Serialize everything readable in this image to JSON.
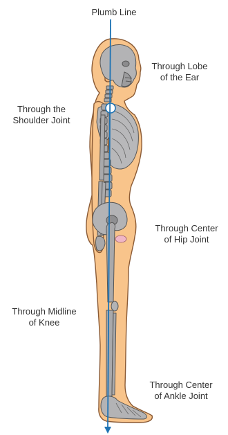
{
  "diagram": {
    "title": "Plumb Line",
    "labels": {
      "ear": [
        "Through Lobe",
        "of the Ear"
      ],
      "shoulder": [
        "Through the",
        "Shoulder Joint"
      ],
      "hip": [
        "Through Center",
        "of Hip Joint"
      ],
      "knee": [
        "Through Midline",
        "of Knee"
      ],
      "ankle": [
        "Through Center",
        "of Ankle Joint"
      ]
    },
    "colors": {
      "skin": "#f8c48b",
      "outline": "#8a5a35",
      "bone": "#a9a9ab",
      "bone_outline": "#555555",
      "plumb_line": "#1e73b4"
    }
  }
}
